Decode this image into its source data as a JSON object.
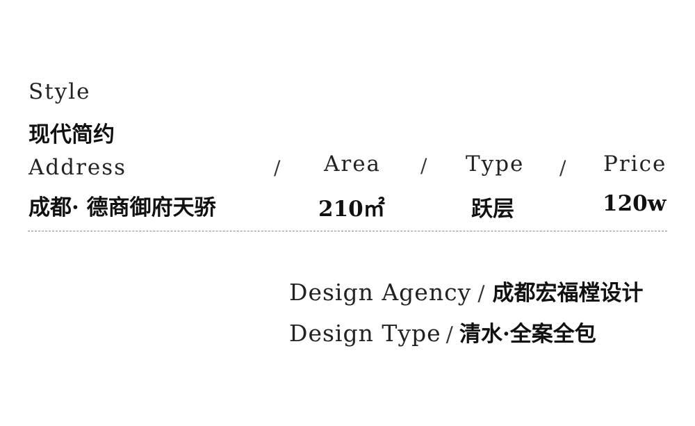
{
  "style": {
    "label": "Style",
    "value": "现代简约"
  },
  "address": {
    "label": "Address",
    "value": "成都· 德商御府天骄"
  },
  "area": {
    "label": "Area",
    "value": "210㎡"
  },
  "type": {
    "label": "Type",
    "value": "跃层"
  },
  "price": {
    "label": "Price",
    "value": "120w"
  },
  "separator": "/",
  "design": {
    "agency_label": "Design Agency",
    "agency_value": "成都宏福樘设计",
    "type_label": "Design Type",
    "type_value": "清水·全案全包"
  }
}
